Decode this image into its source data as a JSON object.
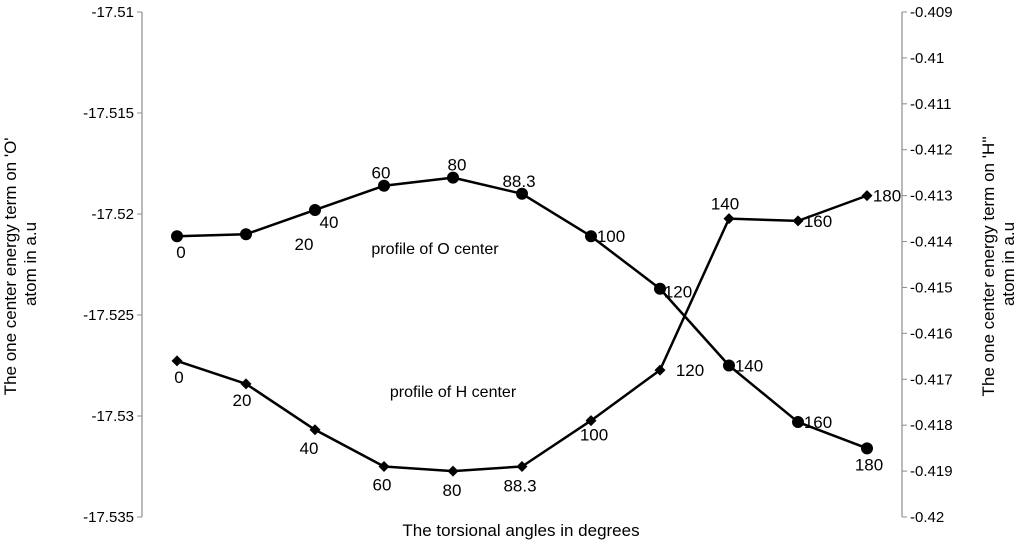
{
  "chart_data": {
    "type": "line",
    "xlabel": "The torsional angles in degrees",
    "ylabel_left": [
      "The one center energy term on 'O'",
      "atom in a.u"
    ],
    "ylabel_right": [
      "The one center energy term on 'H''",
      "atom in a.u"
    ],
    "ylim_left": [
      -17.535,
      -17.51
    ],
    "ylim_right": [
      -0.42,
      -0.409
    ],
    "yticks_left": [
      "-17.51",
      "-17.515",
      "-17.52",
      "-17.525",
      "-17.53",
      "-17.535"
    ],
    "yticks_right": [
      "-0.409",
      "-0.41",
      "-0.411",
      "-0.412",
      "-0.413",
      "-0.414",
      "-0.415",
      "-0.416",
      "-0.417",
      "-0.418",
      "-0.419",
      "-0.42"
    ],
    "grid": false,
    "legend": "none",
    "annotations": [
      "profile of O center",
      "profile of  H center"
    ],
    "series": [
      {
        "axis": "left",
        "marker": "circle",
        "x": [
          0,
          20,
          40,
          60,
          80,
          88.3,
          100,
          120,
          140,
          160,
          180
        ],
        "point_labels": [
          "0",
          "20",
          "40",
          "60",
          "80",
          "88.3",
          "100",
          "120",
          "140",
          "160",
          "180"
        ],
        "values": [
          -17.5211,
          -17.521,
          -17.5198,
          -17.5186,
          -17.5182,
          -17.519,
          -17.5211,
          -17.5237,
          -17.5275,
          -17.5303,
          -17.5316
        ]
      },
      {
        "axis": "right",
        "marker": "diamond",
        "x": [
          0,
          20,
          40,
          60,
          80,
          88.3,
          100,
          120,
          140,
          160,
          180
        ],
        "point_labels": [
          "0",
          "20",
          "40",
          "60",
          "80",
          "88.3",
          "100",
          "120",
          "140",
          "160",
          "180"
        ],
        "values": [
          -0.4166,
          -0.4171,
          -0.4181,
          -0.4189,
          -0.419,
          -0.4189,
          -0.4179,
          -0.4168,
          -0.4135,
          -0.41355,
          -0.413
        ]
      }
    ]
  }
}
